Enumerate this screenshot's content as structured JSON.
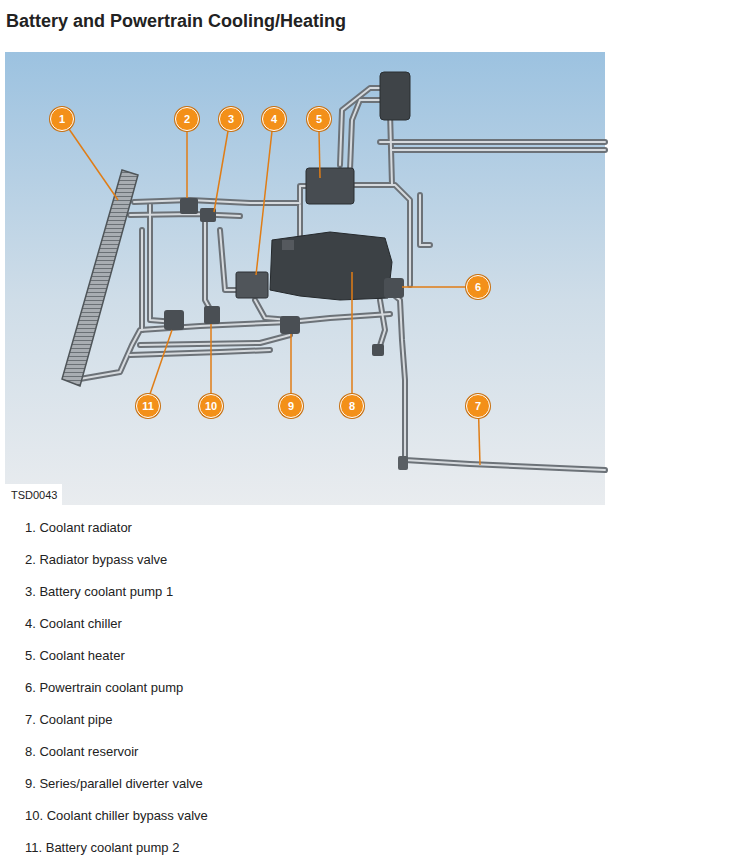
{
  "diagram": {
    "title": "Battery and Powertrain Cooling/Heating",
    "nodes": [
      {
        "text": [
          "1"
        ]
      },
      {
        "text": [
          "2"
        ]
      },
      {
        "text": [
          "3"
        ]
      },
      {
        "text": [
          "4"
        ]
      },
      {
        "text": [
          "5"
        ]
      },
      {
        "text": [
          "6"
        ]
      },
      {
        "text": [
          "7"
        ]
      },
      {
        "text": [
          "8"
        ]
      },
      {
        "text": [
          "9"
        ]
      },
      {
        "text": [
          "10"
        ]
      },
      {
        "text": [
          "11"
        ]
      }
    ],
    "labels": [
      "TSD0043",
      "1. Coolant radiator",
      "2. Radiator bypass valve",
      "3. Battery coolant pump 1",
      "4. Coolant chiller",
      "5. Coolant heater",
      "6. Powertrain coolant pump",
      "7. Coolant pipe",
      "8. Coolant reservoir",
      "9. Series/parallel diverter valve",
      "10. Coolant chiller bypass valve",
      "11. Battery coolant pump 2"
    ]
  }
}
